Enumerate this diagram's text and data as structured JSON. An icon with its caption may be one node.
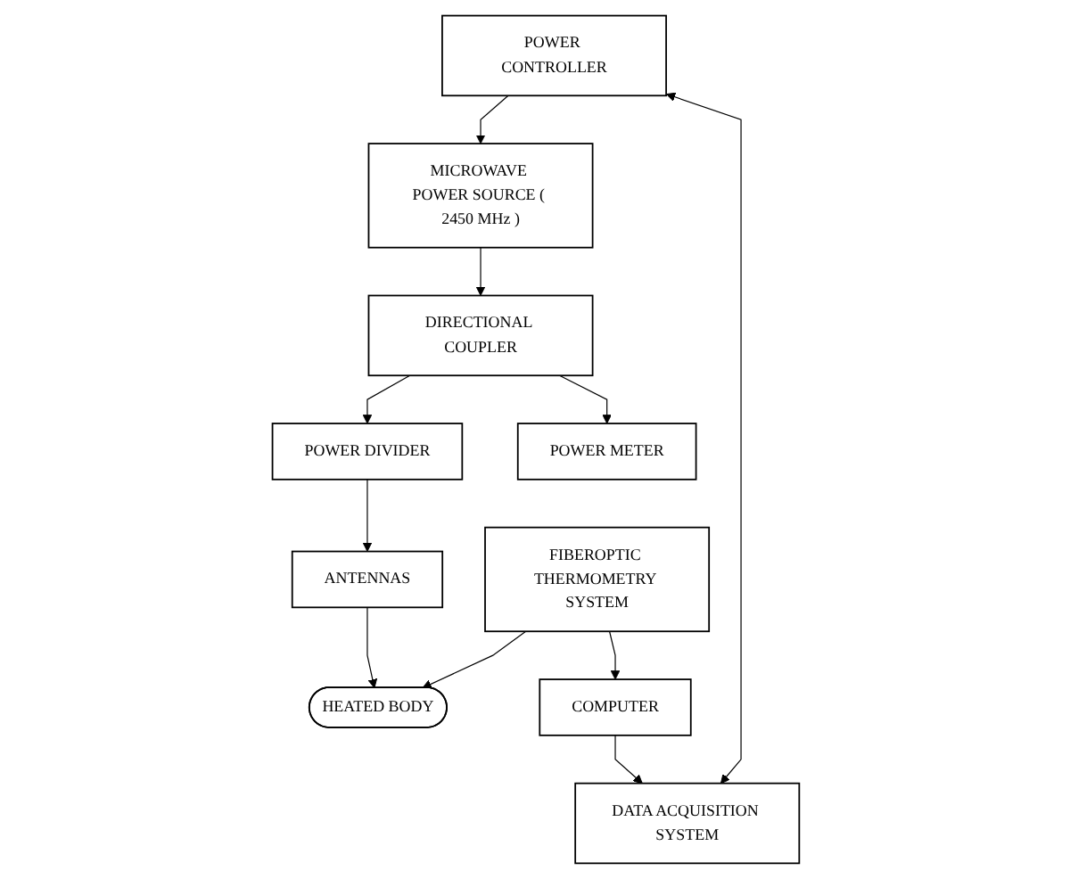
{
  "diagram": {
    "nodes": [
      {
        "text": [
          "MICROWAVE POWER SOURCE ( 2450 MHz )"
        ]
      },
      {
        "text": [
          "DIRECTIONAL COUPLER"
        ]
      },
      {
        "text": [
          "POWER DIVIDER"
        ]
      },
      {
        "text": [
          "POWER CONTROLLER"
        ]
      },
      {
        "text": [
          "POWER METER"
        ]
      },
      {
        "text": [
          "ANTENNAS"
        ]
      },
      {
        "text": [
          "HEATED BODY"
        ]
      },
      {
        "text": [
          "DATA ACQUISITION SYSTEM"
        ]
      },
      {
        "text": [
          "COMPUTER"
        ]
      },
      {
        "text": [
          "FIBEROPTIC THERMOMETRY SYSTEM"
        ]
      }
    ],
    "edges": [
      {
        "from": 0,
        "to": 1,
        "arrow": "to"
      },
      {
        "from": 1,
        "to": 2,
        "arrow": "to"
      },
      {
        "from": 3,
        "to": 0,
        "arrow": "to"
      },
      {
        "from": 1,
        "to": 4,
        "arrow": "to"
      },
      {
        "from": 2,
        "to": 5,
        "arrow": "to"
      },
      {
        "from": 5,
        "to": 6,
        "arrow": "to"
      },
      {
        "from": 9,
        "to": 6,
        "arrow": "to"
      },
      {
        "from": 3,
        "to": 7,
        "arrow": "both"
      },
      {
        "from": 9,
        "to": 8,
        "arrow": "to"
      },
      {
        "from": 8,
        "to": 7,
        "arrow": "to"
      }
    ]
  }
}
